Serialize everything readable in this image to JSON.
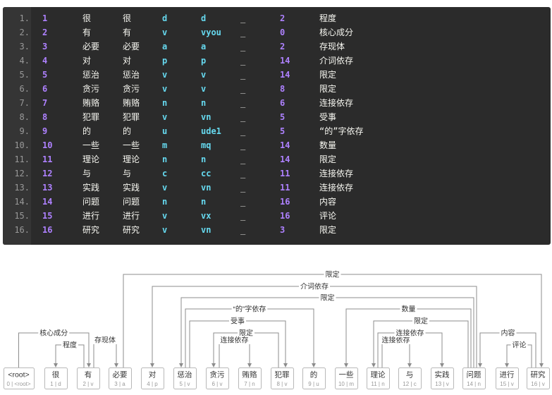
{
  "code_block": {
    "rows": [
      {
        "line": "1.",
        "id": "1",
        "form": "很",
        "lemma": "很",
        "cpostag": "d",
        "postag": "d",
        "feats": "_",
        "head": "2",
        "deprel": "程度"
      },
      {
        "line": "2.",
        "id": "2",
        "form": "有",
        "lemma": "有",
        "cpostag": "v",
        "postag": "vyou",
        "feats": "_",
        "head": "0",
        "deprel": "核心成分"
      },
      {
        "line": "3.",
        "id": "3",
        "form": "必要",
        "lemma": "必要",
        "cpostag": "a",
        "postag": "a",
        "feats": "_",
        "head": "2",
        "deprel": "存现体"
      },
      {
        "line": "4.",
        "id": "4",
        "form": "对",
        "lemma": "对",
        "cpostag": "p",
        "postag": "p",
        "feats": "_",
        "head": "14",
        "deprel": "介词依存"
      },
      {
        "line": "5.",
        "id": "5",
        "form": "惩治",
        "lemma": "惩治",
        "cpostag": "v",
        "postag": "v",
        "feats": "_",
        "head": "14",
        "deprel": "限定"
      },
      {
        "line": "6.",
        "id": "6",
        "form": "贪污",
        "lemma": "贪污",
        "cpostag": "v",
        "postag": "v",
        "feats": "_",
        "head": "8",
        "deprel": "限定"
      },
      {
        "line": "7.",
        "id": "7",
        "form": "贿赂",
        "lemma": "贿赂",
        "cpostag": "n",
        "postag": "n",
        "feats": "_",
        "head": "6",
        "deprel": "连接依存"
      },
      {
        "line": "8.",
        "id": "8",
        "form": "犯罪",
        "lemma": "犯罪",
        "cpostag": "v",
        "postag": "vn",
        "feats": "_",
        "head": "5",
        "deprel": "受事"
      },
      {
        "line": "9.",
        "id": "9",
        "form": "的",
        "lemma": "的",
        "cpostag": "u",
        "postag": "ude1",
        "feats": "_",
        "head": "5",
        "deprel": "“的”字依存"
      },
      {
        "line": "10.",
        "id": "10",
        "form": "一些",
        "lemma": "一些",
        "cpostag": "m",
        "postag": "mq",
        "feats": "_",
        "head": "14",
        "deprel": "数量"
      },
      {
        "line": "11.",
        "id": "11",
        "form": "理论",
        "lemma": "理论",
        "cpostag": "n",
        "postag": "n",
        "feats": "_",
        "head": "14",
        "deprel": "限定"
      },
      {
        "line": "12.",
        "id": "12",
        "form": "与",
        "lemma": "与",
        "cpostag": "c",
        "postag": "cc",
        "feats": "_",
        "head": "11",
        "deprel": "连接依存"
      },
      {
        "line": "13.",
        "id": "13",
        "form": "实践",
        "lemma": "实践",
        "cpostag": "v",
        "postag": "vn",
        "feats": "_",
        "head": "11",
        "deprel": "连接依存"
      },
      {
        "line": "14.",
        "id": "14",
        "form": "问题",
        "lemma": "问题",
        "cpostag": "n",
        "postag": "n",
        "feats": "_",
        "head": "16",
        "deprel": "内容"
      },
      {
        "line": "15.",
        "id": "15",
        "form": "进行",
        "lemma": "进行",
        "cpostag": "v",
        "postag": "vx",
        "feats": "_",
        "head": "16",
        "deprel": "评论"
      },
      {
        "line": "16.",
        "id": "16",
        "form": "研究",
        "lemma": "研究",
        "cpostag": "v",
        "postag": "vn",
        "feats": "_",
        "head": "3",
        "deprel": "限定"
      }
    ]
  },
  "dependency_tree": {
    "nodes": [
      {
        "word": "<root>",
        "sub": "0 | <root>"
      },
      {
        "word": "很",
        "sub": "1 | d"
      },
      {
        "word": "有",
        "sub": "2 | v"
      },
      {
        "word": "必要",
        "sub": "3 | a"
      },
      {
        "word": "对",
        "sub": "4 | p"
      },
      {
        "word": "惩治",
        "sub": "5 | v"
      },
      {
        "word": "贪污",
        "sub": "6 | v"
      },
      {
        "word": "贿赂",
        "sub": "7 | n"
      },
      {
        "word": "犯罪",
        "sub": "8 | v"
      },
      {
        "word": "的",
        "sub": "9 | u"
      },
      {
        "word": "一些",
        "sub": "10 | m"
      },
      {
        "word": "理论",
        "sub": "11 | n"
      },
      {
        "word": "与",
        "sub": "12 | c"
      },
      {
        "word": "实践",
        "sub": "13 | v"
      },
      {
        "word": "问题",
        "sub": "14 | n"
      },
      {
        "word": "进行",
        "sub": "15 | v"
      },
      {
        "word": "研究",
        "sub": "16 | v"
      }
    ],
    "arcs": [
      {
        "head": 2,
        "dep": 1,
        "label": "程度"
      },
      {
        "head": 0,
        "dep": 2,
        "label": "核心成分"
      },
      {
        "head": 2,
        "dep": 3,
        "label": "存现体"
      },
      {
        "head": 14,
        "dep": 4,
        "label": "介词依存"
      },
      {
        "head": 14,
        "dep": 5,
        "label": "限定"
      },
      {
        "head": 8,
        "dep": 6,
        "label": "限定"
      },
      {
        "head": 6,
        "dep": 7,
        "label": "连接依存"
      },
      {
        "head": 5,
        "dep": 8,
        "label": "受事"
      },
      {
        "head": 5,
        "dep": 9,
        "label": "“的”字依存"
      },
      {
        "head": 14,
        "dep": 10,
        "label": "数量"
      },
      {
        "head": 14,
        "dep": 11,
        "label": "限定"
      },
      {
        "head": 11,
        "dep": 12,
        "label": "连接依存"
      },
      {
        "head": 11,
        "dep": 13,
        "label": "连接依存"
      },
      {
        "head": 16,
        "dep": 14,
        "label": "内容"
      },
      {
        "head": 16,
        "dep": 15,
        "label": "评论"
      },
      {
        "head": 3,
        "dep": 16,
        "label": "限定"
      }
    ]
  },
  "colors": {
    "code_bg": "#2b2b2b",
    "gutter_bg": "#353535",
    "line_number": "#999999",
    "text": "#f8f8f2",
    "number": "#ae81ff",
    "pos_tag": "#66d9ef",
    "arc_line": "#8c8c8c",
    "arc_label": "#333333",
    "node_border": "#b8b8b8",
    "node_text": "#333333",
    "node_sub_text": "#999999"
  }
}
